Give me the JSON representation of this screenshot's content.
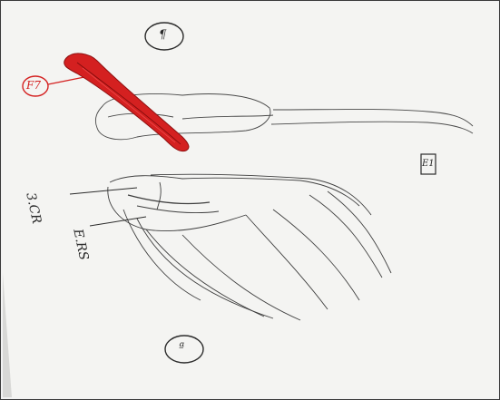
{
  "photo": {
    "subject": "hand-drawn anatomical sketch on paper",
    "colors": {
      "paper": "#f4f4f2",
      "ink": "#2b2b2b",
      "highlight": "#d42020",
      "shadow": "#e3e3e1"
    }
  },
  "labels": {
    "top_circle": "¶",
    "red_circle": "F7",
    "side_box": "E1",
    "left_upper": "3.CR",
    "left_lower": "E.RS",
    "bottom_circle": "ª"
  }
}
